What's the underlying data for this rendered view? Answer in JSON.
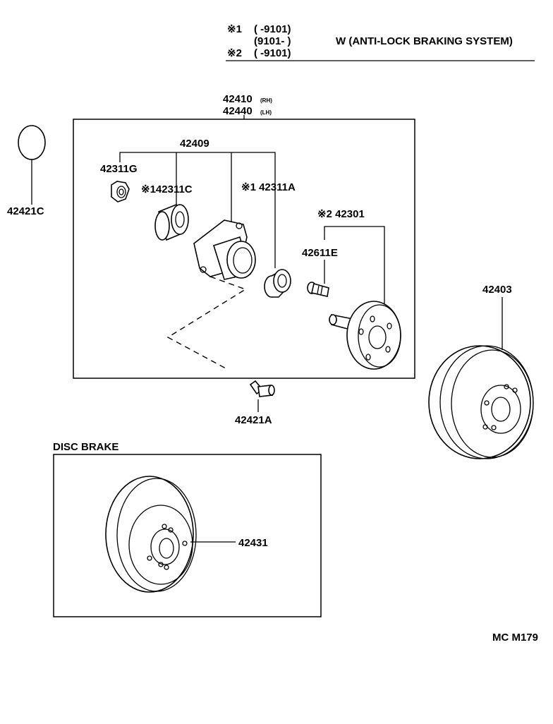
{
  "notes": {
    "n1_mark": "※1",
    "n1_range": "(        -9101)",
    "n1b_range": "(9101-        )",
    "n1b_text": "W (ANTI-LOCK BRAKING SYSTEM)",
    "n2_mark": "※2",
    "n2_range": "(        -9101)"
  },
  "assembly": {
    "part_rh": "42410",
    "suffix_rh": "(RH)",
    "part_lh": "42440",
    "suffix_lh": "(LH)"
  },
  "parts": {
    "p42409": "42409",
    "p42311G": "42311G",
    "p42311C": "※142311C",
    "p42311A": "※1 42311A",
    "p42301": "※2 42301",
    "p42611E": "42611E",
    "p42421C": "42421C",
    "p42403": "42403",
    "p42421A": "42421A",
    "p42431": "42431"
  },
  "disc_brake": {
    "title": "DISC BRAKE"
  },
  "footer": {
    "code": "MC M179"
  }
}
